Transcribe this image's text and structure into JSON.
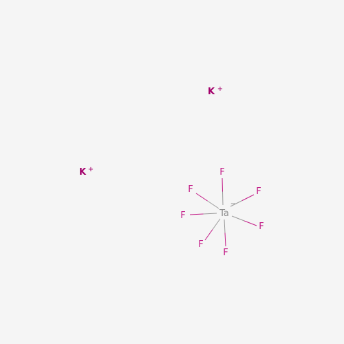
{
  "colors": {
    "background": "#f5f5f5",
    "potassium": "#a3006b",
    "fluorine": "#c21a86",
    "tantalum": "#8c8c8c",
    "bond_metal_half": "#9a9a9a",
    "bond_fluorine_half": "#c21a86"
  },
  "molecule": {
    "cations": [
      {
        "symbol": "K",
        "charge": "+"
      },
      {
        "symbol": "K",
        "charge": "+"
      }
    ],
    "central_atom": {
      "symbol": "Ta",
      "charge": "−"
    },
    "ligands": [
      {
        "symbol": "F"
      },
      {
        "symbol": "F"
      },
      {
        "symbol": "F"
      },
      {
        "symbol": "F"
      },
      {
        "symbol": "F"
      },
      {
        "symbol": "F"
      },
      {
        "symbol": "F"
      }
    ]
  }
}
